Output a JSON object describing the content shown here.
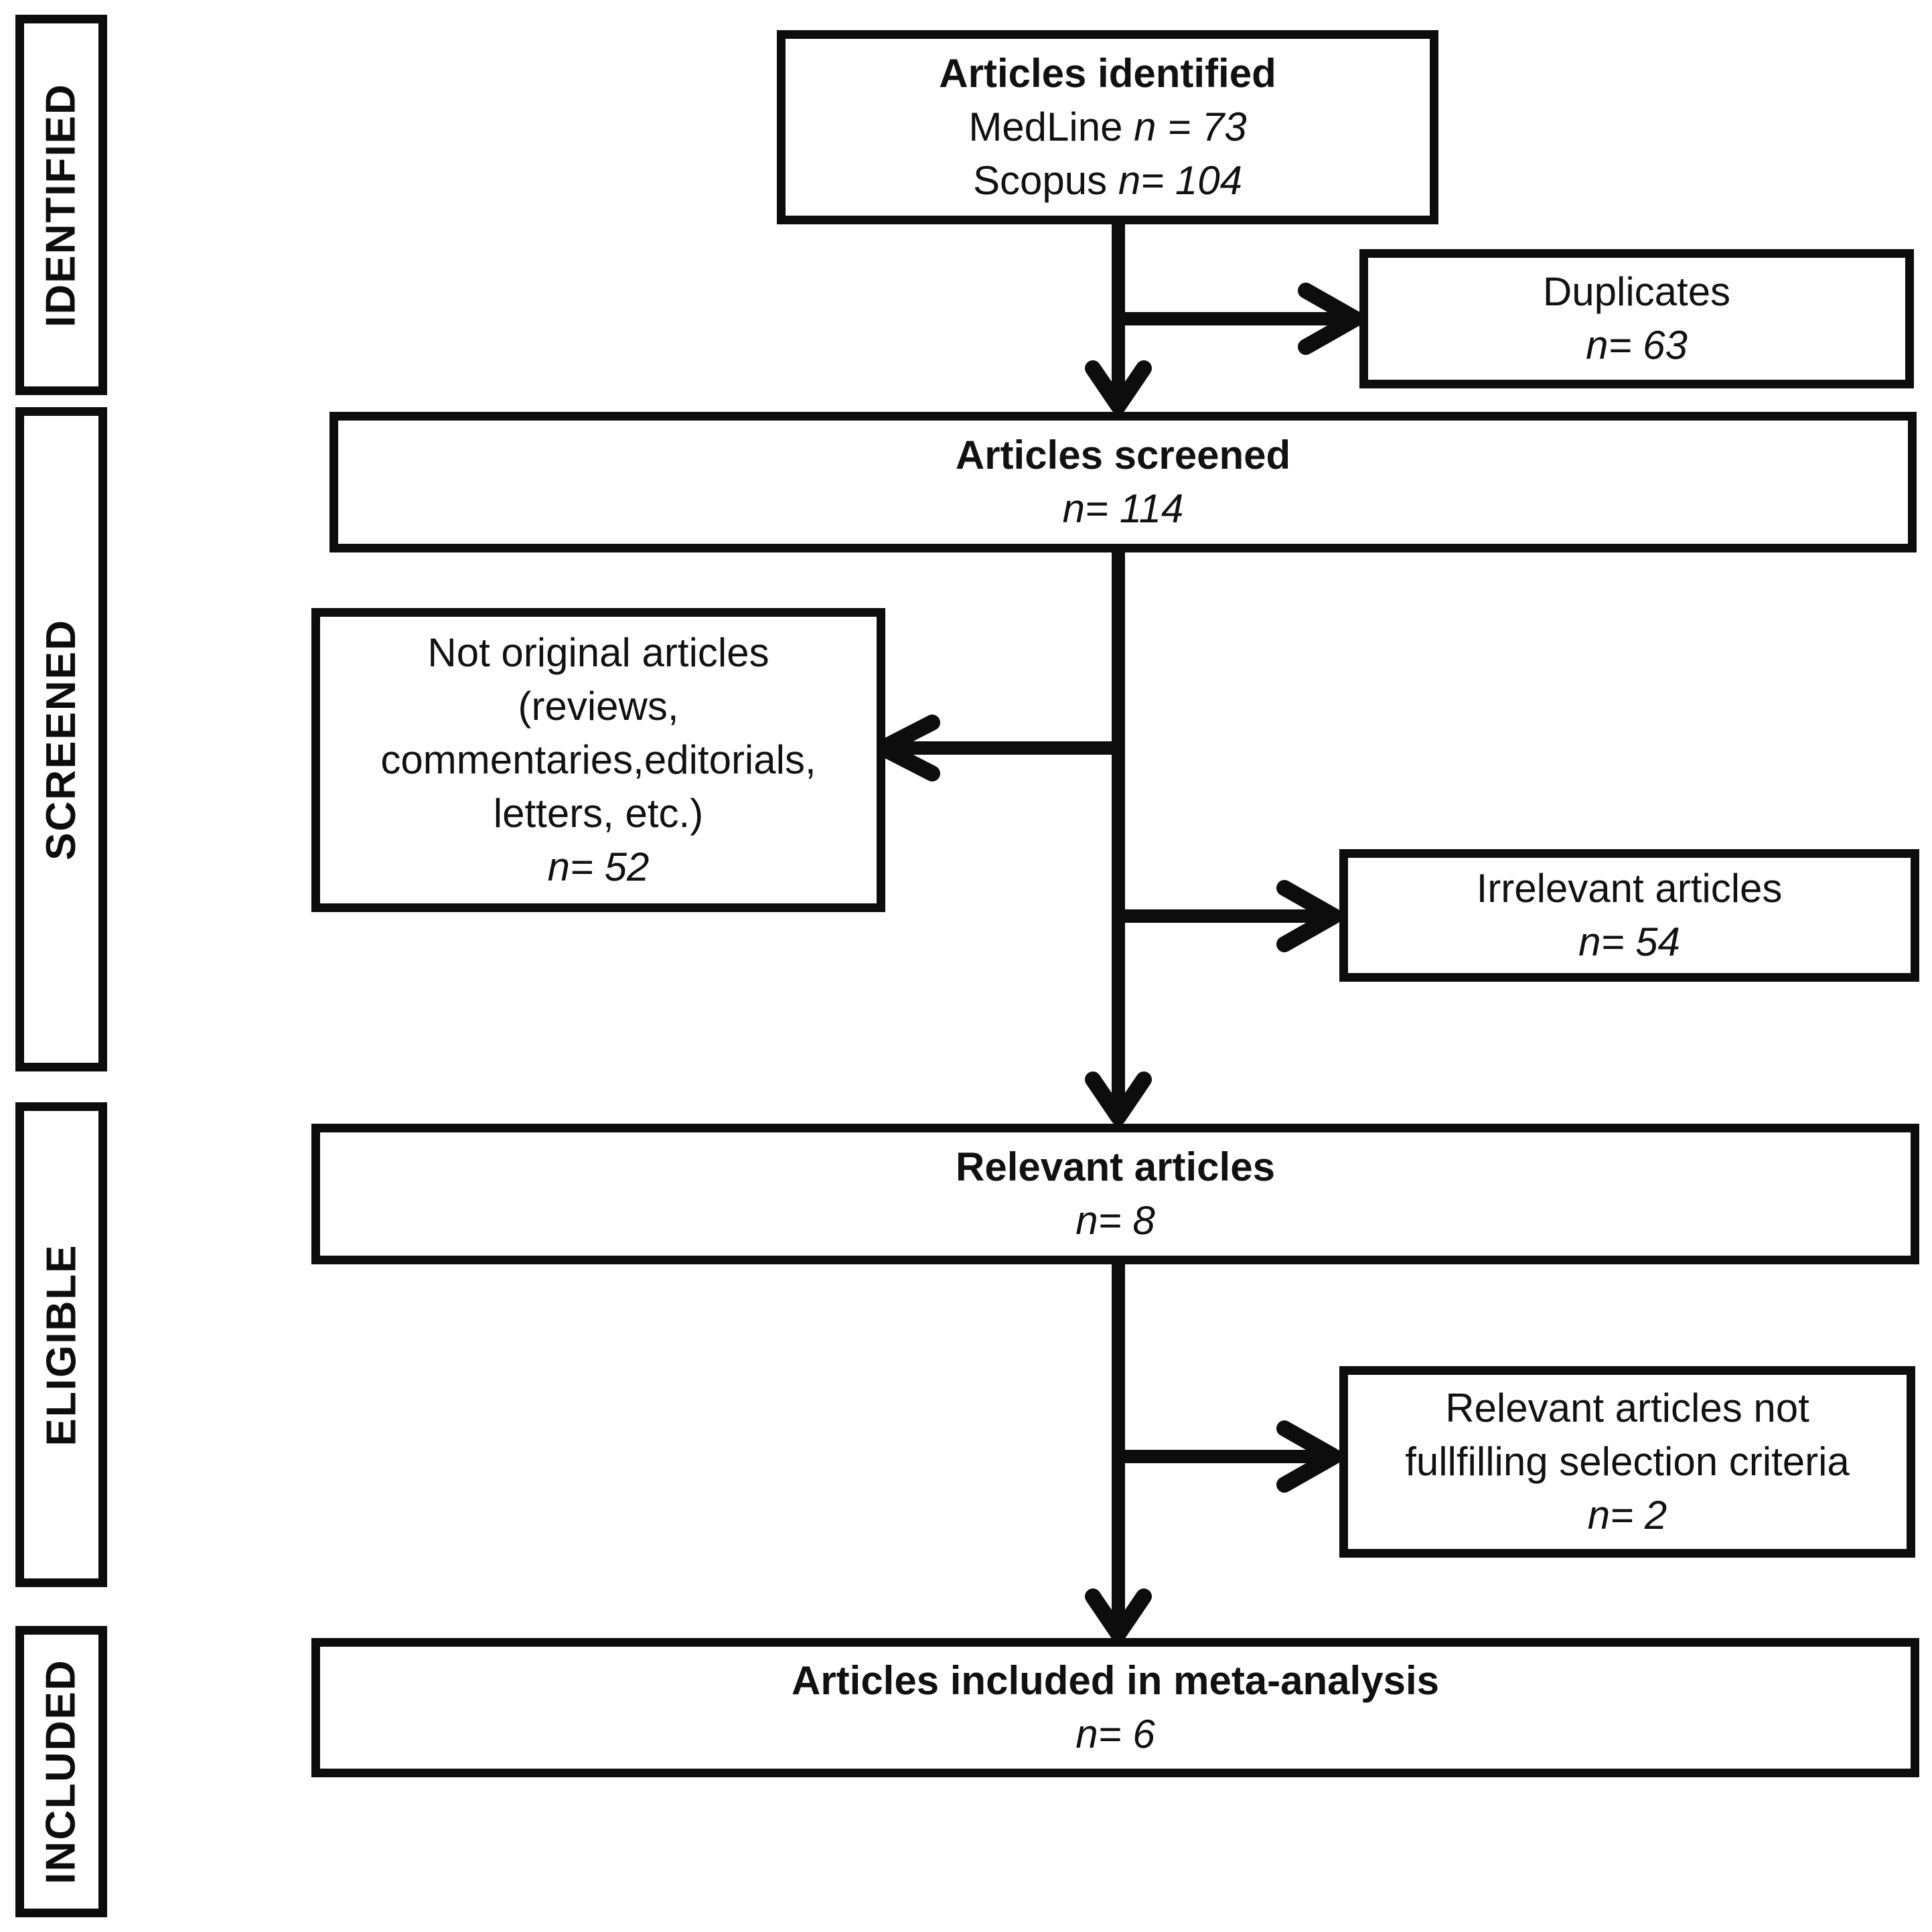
{
  "colors": {
    "ink": "#0d0d0d",
    "paper": "#ffffff"
  },
  "sidebar": {
    "identified": "IDENTIFIED",
    "screened": "SCREENED",
    "eligible": "ELIGIBLE",
    "included": "INCLUDED"
  },
  "boxes": {
    "identified": {
      "title": "Articles identified",
      "medline_source": "MedLine",
      "medline_count": "n = 73",
      "scopus_source": "Scopus",
      "scopus_count": "n= 104"
    },
    "duplicates": {
      "title": "Duplicates",
      "count": "n= 63"
    },
    "screened": {
      "title": "Articles screened",
      "count": "n= 114"
    },
    "not_original": {
      "line1": "Not original articles",
      "line2": "(reviews,",
      "line3": "commentaries,editorials,",
      "line4": "letters, etc.)",
      "count": "n= 52"
    },
    "irrelevant": {
      "title": "Irrelevant articles",
      "count": "n= 54"
    },
    "relevant": {
      "title": "Relevant articles",
      "count": "n= 8"
    },
    "not_fulfilling": {
      "line1": "Relevant articles not",
      "line2": "fullfilling selection criteria",
      "count": "n= 2"
    },
    "included": {
      "title": "Articles included in meta-analysis",
      "count": "n= 6"
    }
  }
}
